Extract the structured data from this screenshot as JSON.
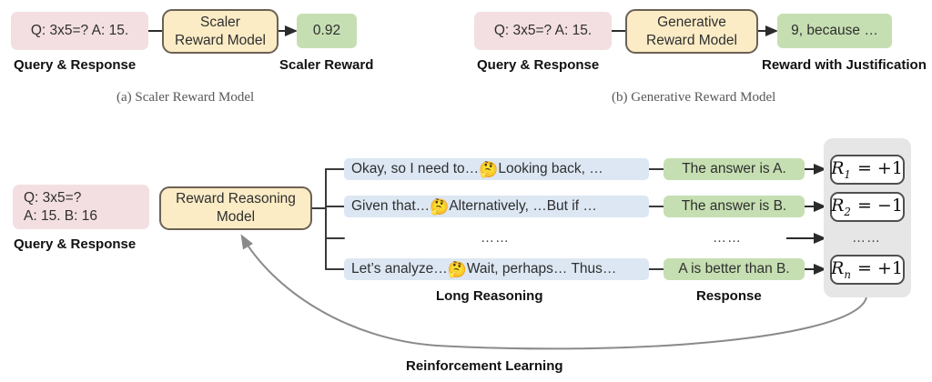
{
  "panel_a": {
    "caption": "(a) Scaler Reward Model",
    "query_box": "Q: 3x5=? A: 15.",
    "query_label": "Query & Response",
    "model_box": "Scaler\nReward Model",
    "output_box": "0.92",
    "output_label": "Scaler Reward",
    "colors": {
      "query": "#f3dfe1",
      "model": "#fbecc6",
      "output": "#c6dfb2"
    }
  },
  "panel_b": {
    "caption": "(b) Generative Reward Model",
    "query_box": "Q: 3x5=? A: 15.",
    "query_label": "Query & Response",
    "model_box": "Generative\nReward Model",
    "output_box": "9, because …",
    "output_label": "Reward with Justification",
    "colors": {
      "query": "#f3dfe1",
      "model": "#fbecc6",
      "output": "#c6dfb2"
    }
  },
  "panel_c": {
    "query_box": "Q: 3x5=?\nA: 15. B: 16",
    "query_label": "Query & Response",
    "model_box": "Reward Reasoning\nModel",
    "reasoning_label": "Long Reasoning",
    "response_label": "Response",
    "feedback_label": "Reinforcement Learning",
    "ellipsis": "……",
    "emoji": "thinking-face-emoji",
    "emoji_glyph": "🤔",
    "rows": [
      {
        "reasoning_pre": "Okay, so I need to…",
        "reasoning_post": "Looking back, …",
        "response": "The answer is A.",
        "reward_symbol": "R",
        "reward_sub": "1",
        "reward_value": "= +1"
      },
      {
        "reasoning_pre": "Given that…",
        "reasoning_post": "Alternatively, …But if …",
        "response": "The answer is B.",
        "reward_symbol": "R",
        "reward_sub": "2",
        "reward_value": "= −1"
      },
      {
        "reasoning_pre": "Let’s analyze…",
        "reasoning_post": "Wait, perhaps… Thus…",
        "response": "A is better than B.",
        "reward_symbol": "R",
        "reward_sub": "n",
        "reward_value": "= +1"
      }
    ],
    "colors": {
      "query": "#f3dfe1",
      "model": "#fbecc6",
      "reasoning": "#dce7f3",
      "response": "#c6dfb2",
      "reward_panel": "#e6e6e6",
      "arrow": "#2b2b2b",
      "feedback_arrow": "#8a8a8a"
    }
  }
}
